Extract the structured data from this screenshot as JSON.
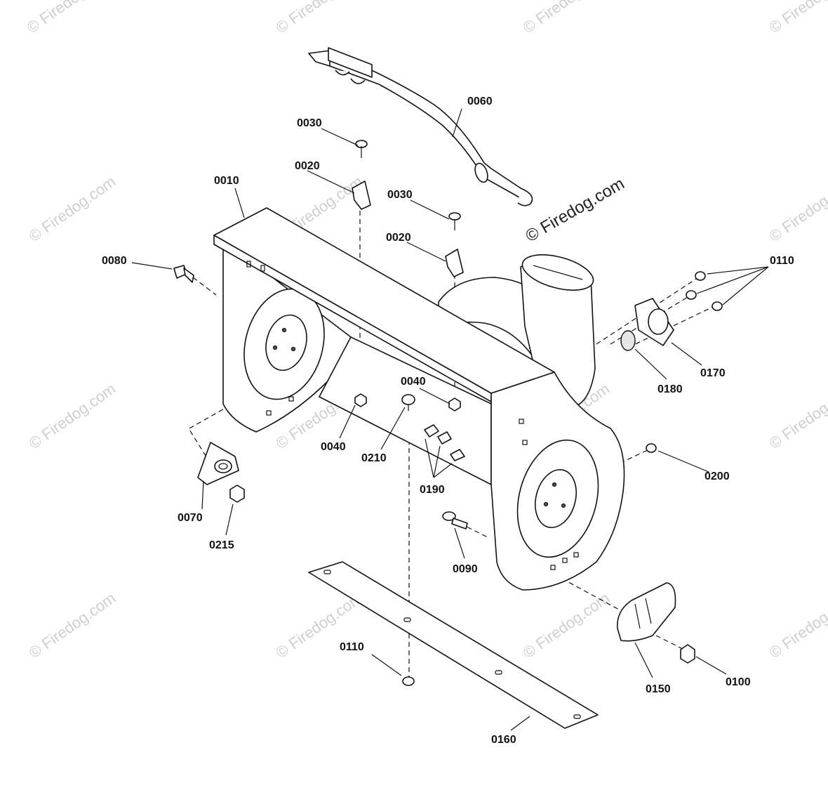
{
  "watermark": {
    "text": "© Firedog.com",
    "featured_text": "© Firedog.com"
  },
  "callouts": {
    "c0010": "0010",
    "c0020a": "0020",
    "c0020b": "0020",
    "c0030a": "0030",
    "c0030b": "0030",
    "c0040a": "0040",
    "c0040b": "0040",
    "c0060": "0060",
    "c0070": "0070",
    "c0080": "0080",
    "c0090": "0090",
    "c0100": "0100",
    "c0110a": "0110",
    "c0110b": "0110",
    "c0150": "0150",
    "c0160": "0160",
    "c0170": "0170",
    "c0180": "0180",
    "c0190": "0190",
    "c0200": "0200",
    "c0210": "0210",
    "c0215": "0215"
  }
}
